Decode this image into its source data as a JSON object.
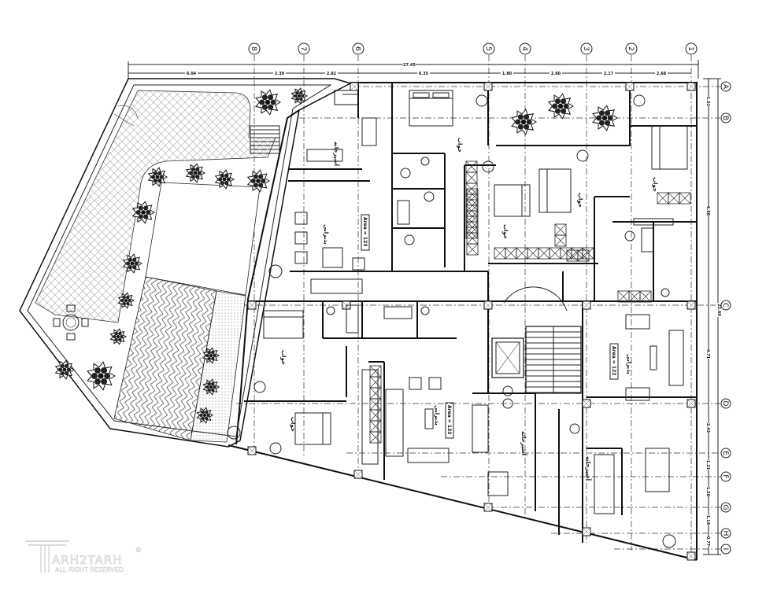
{
  "drawing": {
    "grid_columns": [
      "8",
      "7",
      "6",
      "5",
      "4",
      "3",
      "2",
      "1"
    ],
    "grid_rows": [
      "A",
      "B",
      "C",
      "D",
      "E",
      "F",
      "G",
      "H",
      "I"
    ],
    "top_dimensions": {
      "total": "27.45",
      "segments": [
        "6.04",
        "2.39",
        "2.82",
        "6.35",
        "1.80",
        "2.60",
        "2.17",
        "2.68"
      ]
    },
    "right_dimensions": {
      "total": "22.60",
      "segments": [
        "1.51",
        "6.66",
        "4.71",
        "2.43",
        "1.21",
        "1.56",
        "1.14",
        "0.77"
      ]
    },
    "areas": [
      "Area = 123",
      "Area = 133",
      "Area = 122"
    ],
    "rooms": {
      "kitchen": "آشپزخانه",
      "bedroom": "خواب",
      "living": "پذیرایی"
    }
  },
  "watermark": {
    "brand": "ARH2TARH",
    "tagline": "ALL RIGHT RESERVED",
    "copyright": "©"
  }
}
